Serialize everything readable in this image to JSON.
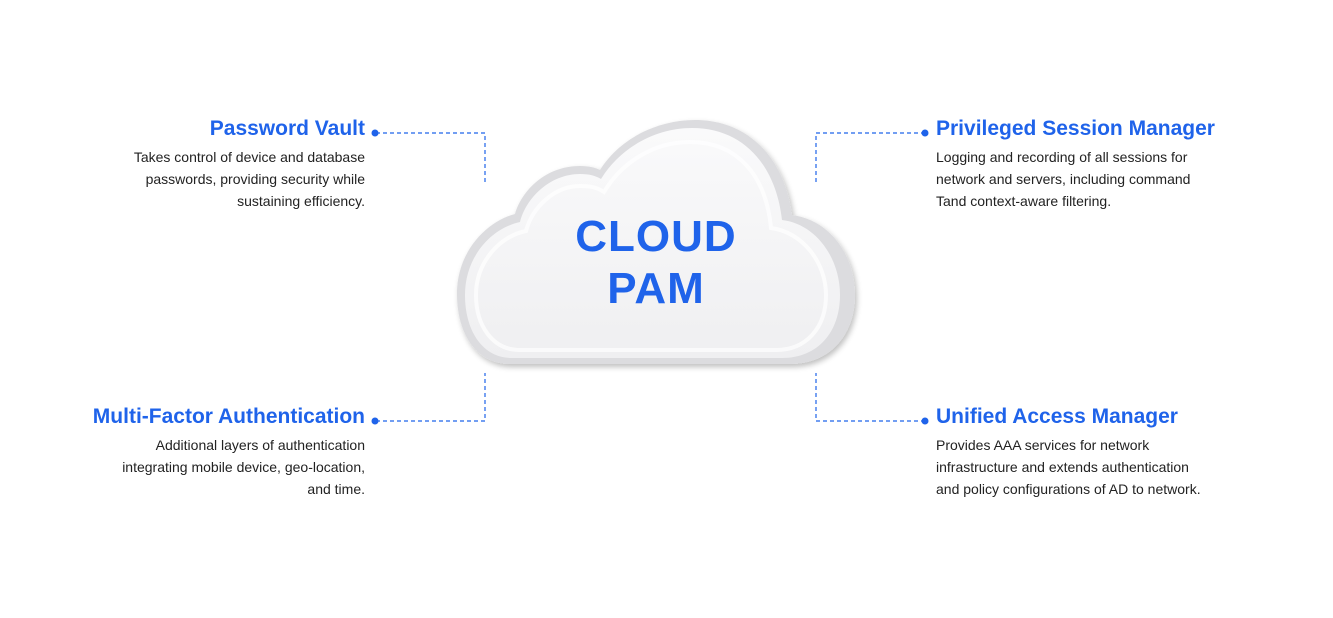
{
  "cloud": {
    "title_line1": "CLOUD",
    "title_line2": "PAM"
  },
  "features": {
    "password_vault": {
      "title": "Password Vault",
      "desc": [
        "Takes control of device and database",
        "passwords, providing security while",
        "sustaining efficiency."
      ]
    },
    "mfa": {
      "title": "Multi-Factor Authentication",
      "desc": [
        "Additional layers of authentication",
        "integrating mobile device, geo-location,",
        "and time."
      ]
    },
    "psm": {
      "title": "Privileged Session Manager",
      "desc": [
        "Logging and recording of all sessions for",
        "network and servers, including command",
        "Tand context-aware filtering."
      ]
    },
    "uam": {
      "title": "Unified Access Manager",
      "desc": [
        "Provides AAA services for network",
        "infrastructure and extends authentication",
        "and policy configurations of AD to network."
      ]
    }
  },
  "colors": {
    "accent": "#1f63ea",
    "text": "#222222",
    "cloud_fill": "#f5f5f6",
    "cloud_shadow": "#d9d9dc"
  }
}
